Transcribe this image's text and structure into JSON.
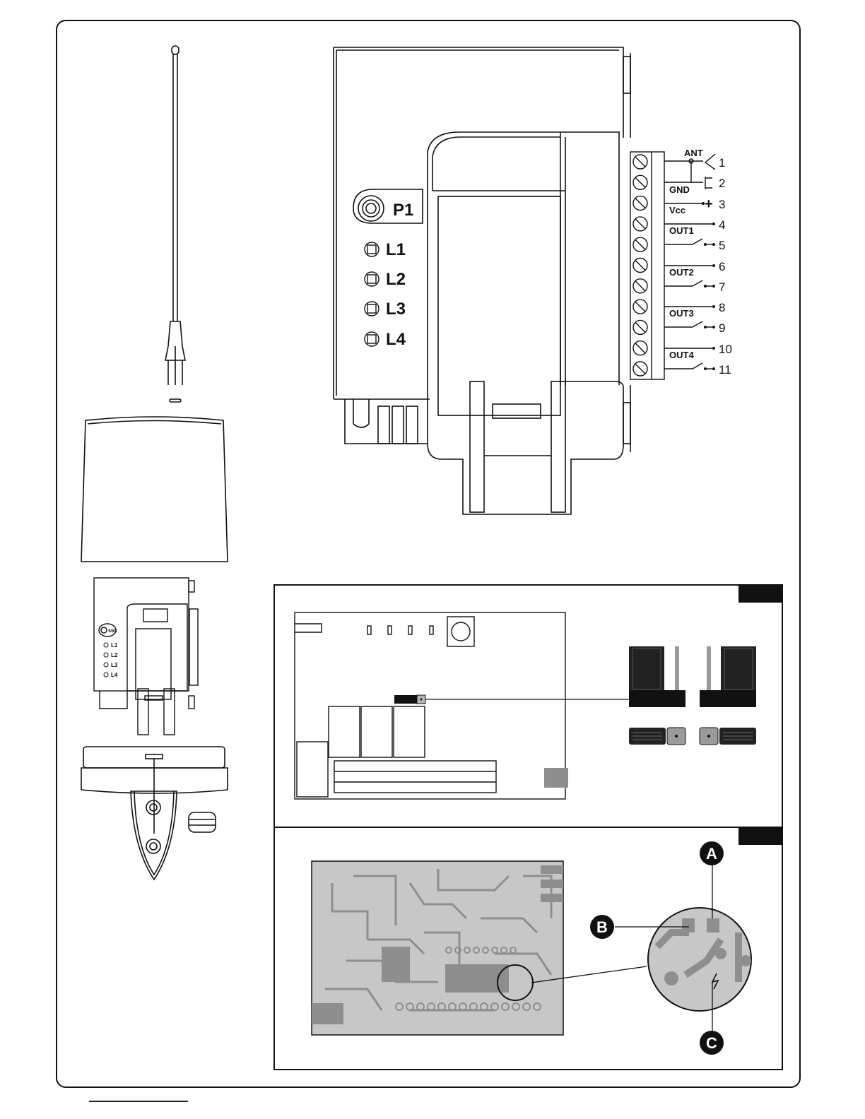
{
  "module": {
    "button": "P1",
    "leds": [
      "L1",
      "L2",
      "L3",
      "L4"
    ]
  },
  "terminals": {
    "labels": [
      "ANT",
      "GND",
      "Vcc",
      "OUT1",
      "OUT2",
      "OUT3",
      "OUT4"
    ],
    "numbers": [
      "1",
      "2",
      "3",
      "4",
      "5",
      "6",
      "7",
      "8",
      "9",
      "10",
      "11"
    ],
    "plus_sign": "+"
  },
  "small_module": {
    "button_label": "SW1",
    "leds": [
      "L1",
      "L2",
      "L3",
      "L4"
    ]
  },
  "callouts": [
    "A",
    "B",
    "C"
  ],
  "colors": {
    "line": "#111111",
    "pcb": "#c7c7c7",
    "trace": "#8e8e8e",
    "jumper_gray": "#9b9b9b"
  },
  "icons": [
    "antenna-icon",
    "ground-icon",
    "switch-contact-icon",
    "jumper-icon",
    "magnifier-circle-icon"
  ]
}
